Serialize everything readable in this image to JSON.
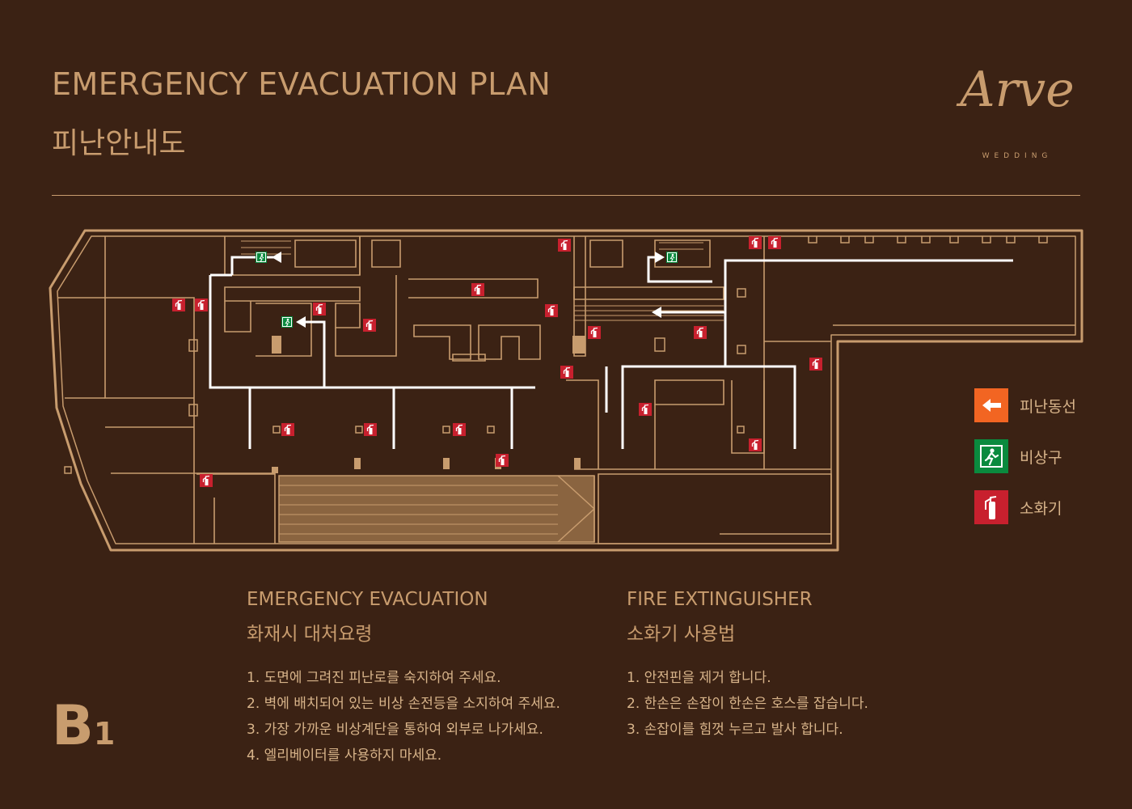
{
  "header": {
    "title_en": "EMERGENCY EVACUATION PLAN",
    "title_ko": "피난안내도"
  },
  "logo": {
    "name": "Arve",
    "sub": "WEDDING"
  },
  "legend": [
    {
      "label": "피난동선",
      "icon": "evacuation-route-arrow-icon",
      "color": "#f26522"
    },
    {
      "label": "비상구",
      "icon": "emergency-exit-icon",
      "color": "#0a8a3e"
    },
    {
      "label": "소화기",
      "icon": "fire-extinguisher-icon",
      "color": "#c8202e"
    }
  ],
  "floor": {
    "main": "B",
    "sub": "1"
  },
  "evacuation": {
    "title_en": "EMERGENCY EVACUATION",
    "title_ko": "화재시 대처요령",
    "steps": [
      "1. 도면에 그려진 피난로를 숙지하여 주세요.",
      "2. 벽에 배치되어 있는 비상 손전등을 소지하여 주세요.",
      "3. 가장 가까운 비상계단을 통하여 외부로 나가세요.",
      "4. 엘리베이터를 사용하지 마세요."
    ]
  },
  "extinguisher": {
    "title_en": "FIRE EXTINGUISHER",
    "title_ko": "소화기 사용법",
    "steps": [
      "1. 안전핀을 제거 합니다.",
      "2. 한손은 손잡이 한손은 호스를 잡습니다.",
      "3. 손잡이를 힘껏 누르고 발사 합니다."
    ]
  },
  "colors": {
    "background": "#3b2214",
    "gold": "#c89c6e",
    "route": "#ffffff",
    "extinguisher": "#c8202e",
    "exit": "#0a8a3e",
    "arrow": "#f26522"
  }
}
